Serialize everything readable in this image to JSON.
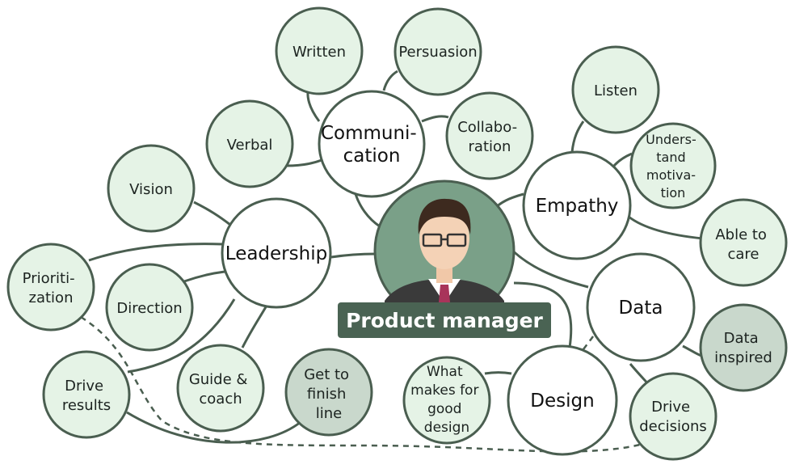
{
  "colors": {
    "stroke": "#4a5e50",
    "leaf_fill": "#e5f3e6",
    "dark_fill": "#c9d8cc",
    "main_fill": "#ffffff",
    "banner_bg": "#4a6353",
    "avatar_bg": "#7aa088"
  },
  "center": {
    "label": "Product manager",
    "icon": "person-avatar-icon"
  },
  "nodes": {
    "communication": [
      "Communi-",
      "cation"
    ],
    "leadership": [
      "Leadership"
    ],
    "empathy": [
      "Empathy"
    ],
    "data": [
      "Data"
    ],
    "design": [
      "Design"
    ],
    "written": [
      "Written"
    ],
    "persuasion": [
      "Persuasion"
    ],
    "collaboration": [
      "Collabo-",
      "ration"
    ],
    "verbal": [
      "Verbal"
    ],
    "vision": [
      "Vision"
    ],
    "prioritization": [
      "Prioriti-",
      "zation"
    ],
    "direction": [
      "Direction"
    ],
    "drive_results": [
      "Drive",
      "results"
    ],
    "guide_coach": [
      "Guide &",
      "coach"
    ],
    "get_to_finish": [
      "Get to",
      "finish",
      "line"
    ],
    "listen": [
      "Listen"
    ],
    "understand_motivation": [
      "Unders-",
      "tand",
      "motiva-",
      "tion"
    ],
    "able_to_care": [
      "Able to",
      "care"
    ],
    "data_inspired": [
      "Data",
      "inspired"
    ],
    "drive_decisions": [
      "Drive",
      "decisions"
    ],
    "good_design": [
      "What",
      "makes for",
      "good",
      "design"
    ]
  }
}
